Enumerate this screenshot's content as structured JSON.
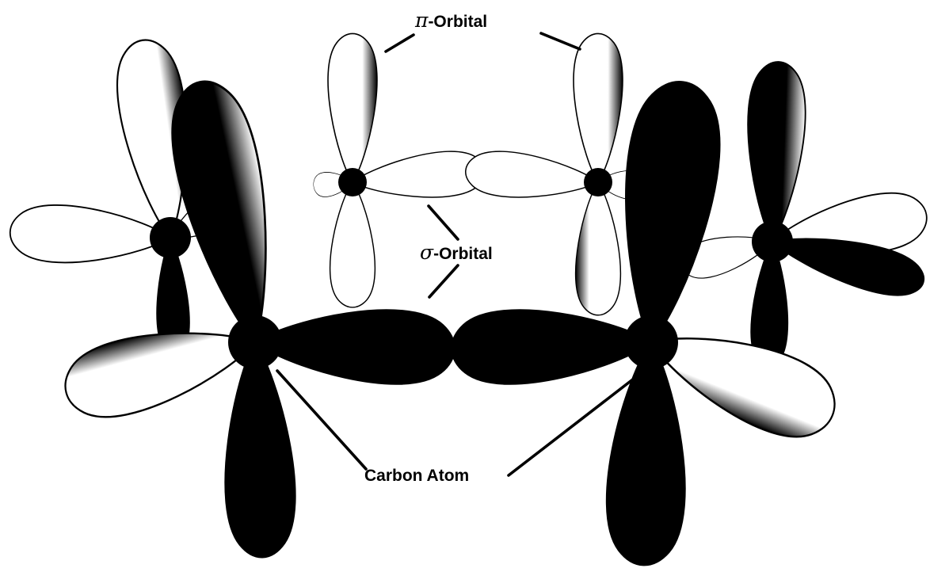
{
  "diagram": {
    "labels": {
      "pi": {
        "symbol": "π",
        "text": "-Orbital"
      },
      "sigma": {
        "symbol": "σ",
        "text": "-Orbital"
      },
      "carbon": {
        "text": "Carbon Atom"
      }
    },
    "colors": {
      "ink": "#000000",
      "paper": "#ffffff"
    }
  }
}
